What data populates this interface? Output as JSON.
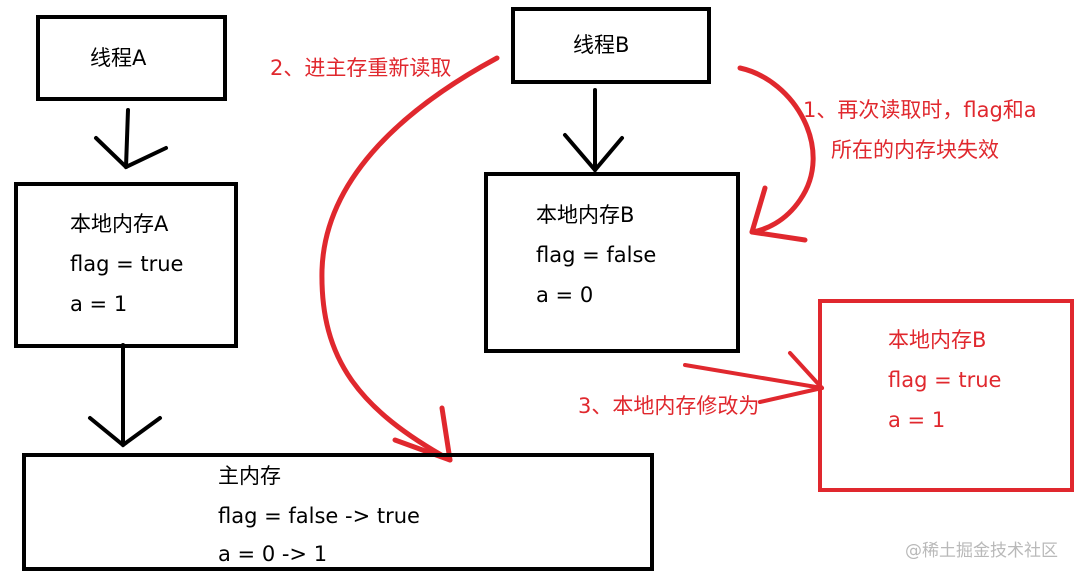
{
  "thread_a": {
    "label": "线程A"
  },
  "thread_b": {
    "label": "线程B"
  },
  "local_a": {
    "title": "本地内存A",
    "flag": "flag = true",
    "a": "a = 1"
  },
  "local_b": {
    "title": "本地内存B",
    "flag": "flag = false",
    "a": "a = 0"
  },
  "local_b_updated": {
    "title": "本地内存B",
    "flag": "flag = true",
    "a": "a = 1"
  },
  "main_memory": {
    "title": "主内存",
    "flag": "flag = false -> true",
    "a": "a = 0 -> 1"
  },
  "annotations": {
    "step1_line1": "1、再次读取时，flag和a",
    "step1_line2": "所在的内存块失效",
    "step2": "2、进主存重新读取",
    "step3": "3、本地内存修改为"
  },
  "watermark": "@稀土掘金技术社区",
  "colors": {
    "black": "#000000",
    "red": "#e0282e",
    "watermark": "#b9b9b9"
  }
}
